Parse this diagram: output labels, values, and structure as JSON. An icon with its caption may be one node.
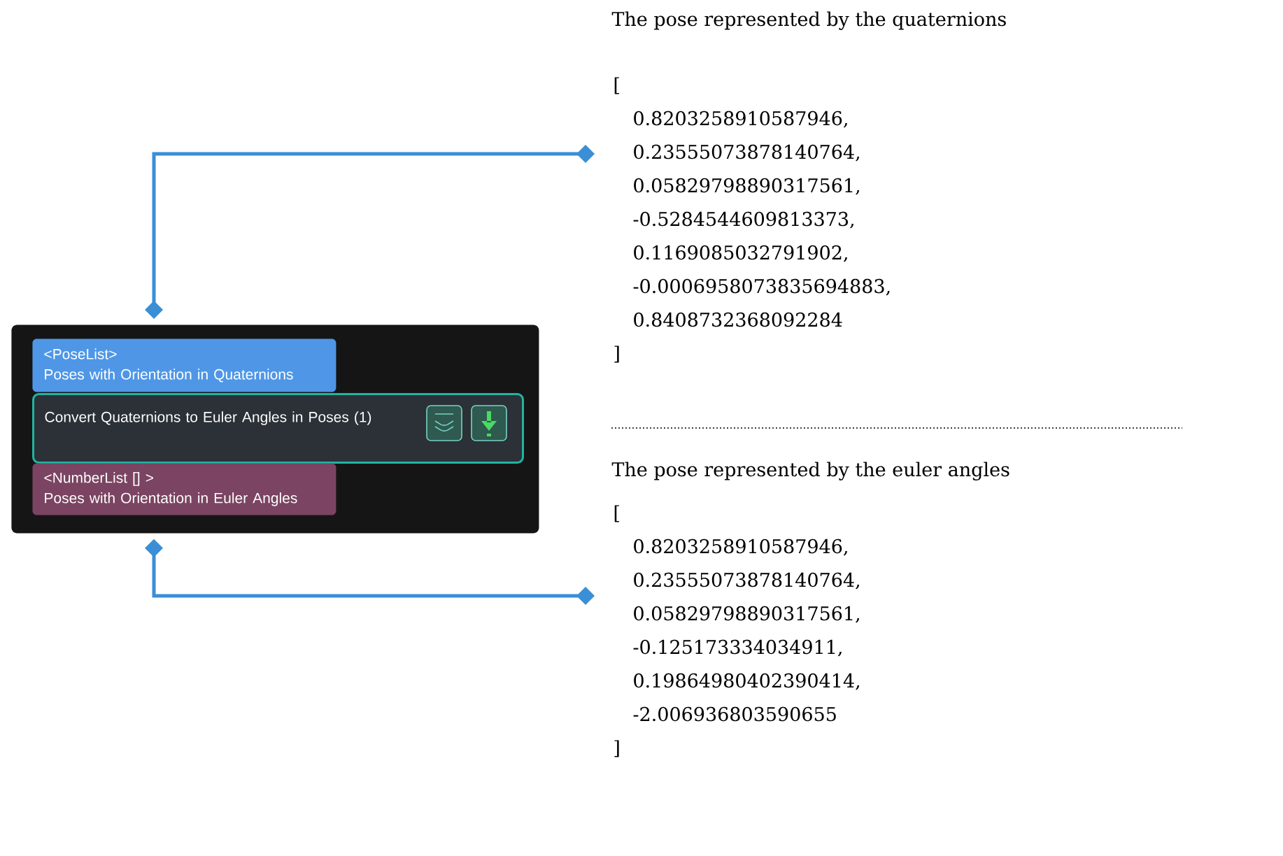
{
  "diagram": {
    "nodes": [
      {
        "text": [],
        "shape": "box"
      },
      {
        "text": [
          "<PoseList>",
          "Poses with Orientation in Quaternions"
        ],
        "in": 0
      },
      {
        "text": [
          "Convert Quaternions to Euler Angles in Poses (1)"
        ],
        "in": 0
      },
      {
        "text": [
          "<NumberList [] >",
          "Poses with Orientation in Euler Angles"
        ],
        "in": 0
      },
      {
        "text": [
          "The pose represented by the quaternions",
          "[",
          "0.8203258910587946,",
          "0.23555073878140764,",
          "0.05829798890317561,",
          "-0.5284544609813373,",
          "0.1169085032791902,",
          "-0.0006958073835694883,",
          "0.8408732368092284",
          "]"
        ]
      },
      {
        "text": [
          "The pose represented by the euler angles",
          "[",
          "0.8203258910587946,",
          "0.23555073878140764,",
          "0.05829798890317561,",
          "-0.125173334034911,",
          "0.19864980402390414,",
          "-2.006936803590655",
          "]"
        ]
      }
    ],
    "edges": [
      {
        "from": 1,
        "to": 4,
        "arrow": "other"
      },
      {
        "from": 3,
        "to": 5,
        "arrow": "other"
      }
    ]
  }
}
